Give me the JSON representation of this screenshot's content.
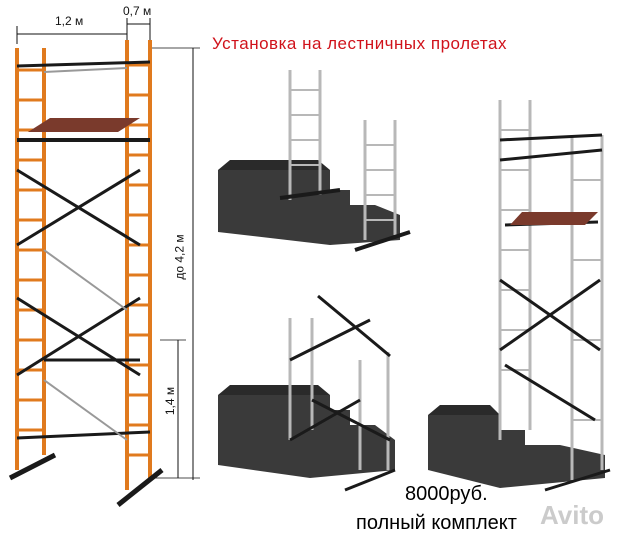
{
  "colors": {
    "frame": "#e07a1e",
    "frame_dark": "#b85a10",
    "brace": "#1a1a1a",
    "deck": "#7a3a2c",
    "step": "#3a3a3a",
    "step_top": "#2a2a2a",
    "metal": "#b8b8b8",
    "title": "#d0121b"
  },
  "dimensions": {
    "width_label": "1,2 м",
    "depth_label": "0,7 м",
    "total_height_label": "до 4,2 м",
    "lower_height_label": "1,4 м"
  },
  "title": "Установка на лестничных пролетах",
  "price": "8000руб.",
  "kit": "полный комплект",
  "watermark": "Avito"
}
